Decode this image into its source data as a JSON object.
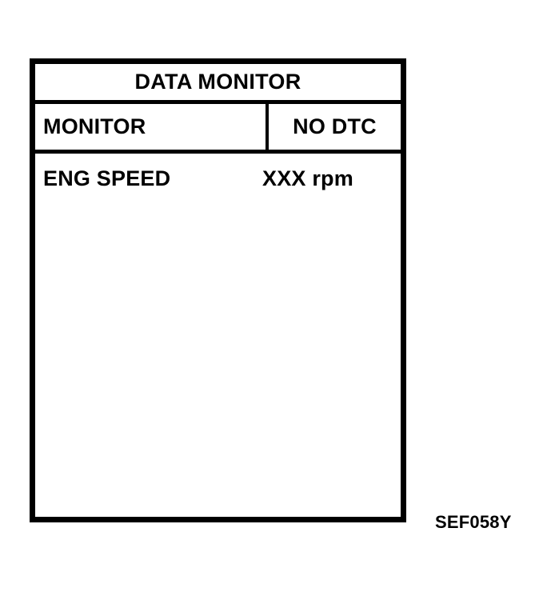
{
  "figure": {
    "caption": "SEF058Y",
    "background_color": "#ffffff",
    "line_color": "#000000"
  },
  "display_panel": {
    "title": "DATA MONITOR",
    "status_row": {
      "label": "MONITOR",
      "value": "NO DTC"
    },
    "data_rows": [
      {
        "name": "ENG SPEED",
        "value": "XXX rpm"
      }
    ]
  }
}
